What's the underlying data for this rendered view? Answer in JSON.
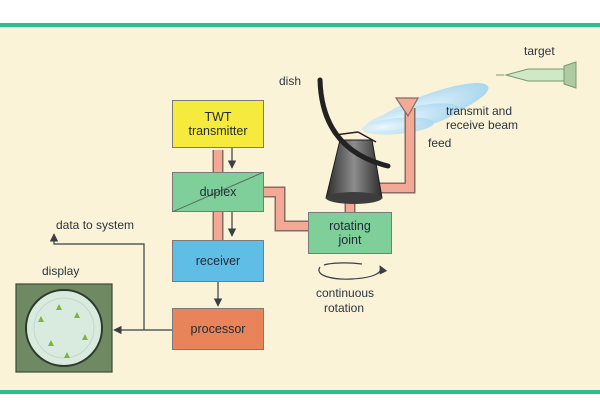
{
  "colors": {
    "frame": "#2bbf8e",
    "background": "#fbf3d8",
    "transmitter": "#f6ea3c",
    "duplex": "#7fcf9a",
    "receiver": "#5fbde6",
    "processor": "#e9845a",
    "rotating_joint": "#7fcf9a",
    "display_bezel": "#6f8a62",
    "display_screen": "#d9eadf",
    "waveguide": "#f2aa96",
    "beam": "#a8d8f0"
  },
  "blocks": {
    "transmitter": {
      "line1": "TWT",
      "line2": "transmitter"
    },
    "duplex": "duplex",
    "receiver": "receiver",
    "processor": "processor",
    "rotating_joint": {
      "line1": "rotating",
      "line2": "joint"
    }
  },
  "labels": {
    "dish": "dish",
    "target": "target",
    "transmit_receive_beam": {
      "line1": "transmit and",
      "line2": "receive beam"
    },
    "feed": "feed",
    "data_to_system": "data to system",
    "display": "display",
    "continuous_rotation": {
      "line1": "continuous",
      "line2": "rotation"
    }
  }
}
